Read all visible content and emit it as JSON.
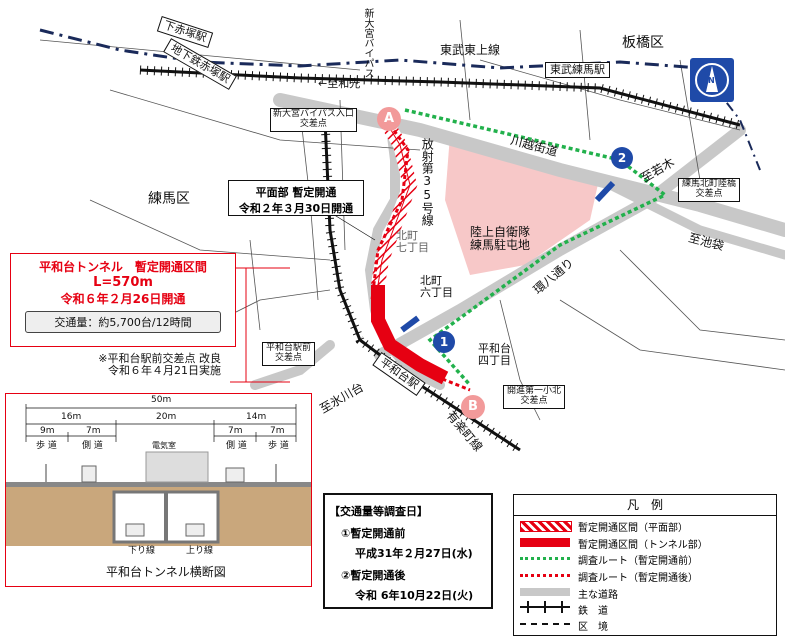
{
  "places": {
    "nerima_ku": "練馬区",
    "itabashi_ku": "板橋区",
    "gsdf": "陸上自衛隊\n練馬駐屯地",
    "kitamachi_6": "北町\n六丁目",
    "kitamachi_7": "北町\n七丁目",
    "heiwadai_4": "平和台\n四丁目",
    "tobu_tojo": "東武東上線",
    "tobu_nerima_sta": "東武練馬駅",
    "shimoakatsuka_sta": "下赤塚駅",
    "chikatetsu_akatsuka_sta": "地下鉄赤塚駅",
    "heiwadai_sta": "平和台駅",
    "yurakucho_line": "有楽町線",
    "shin_omiya_bypass": "新大宮バイパス",
    "housha35": "放射第35号線",
    "kawagoe_kaido": "川越街道",
    "kan8": "環八通り",
    "to_wako": "←至和光",
    "to_wakagi": "至若木",
    "to_ikebukuro": "至池袋",
    "to_hikawadai": "至氷川台",
    "shin_omiya_entrance": "新大宮バイパス入口\n交差点",
    "nerima_kita_rikkyo": "練馬北町陸橋\n交差点",
    "heiwadai_eki_mae": "平和台駅前\n交差点",
    "kaishin_daiichi": "開進第一小北\n交差点",
    "point_a": "A",
    "point_b": "B",
    "point_1": "1",
    "point_2": "2"
  },
  "surface_box": {
    "line1": "平面部 暫定開通",
    "line2": "令和２年３月30日開通"
  },
  "tunnel_box": {
    "line1": "平和台トンネル　暫定開通区間",
    "line2": "L=570m",
    "line3": "令和６年２月26日開通",
    "traffic": "交通量：約5,700台/12時間"
  },
  "improvement_note": {
    "line1": "※平和台駅前交差点 改良",
    "line2": "令和６年４月21日実施"
  },
  "cross_section": {
    "title": "平和台トンネル横断図",
    "total_width": "50m",
    "left_width": "16m",
    "center_width": "20m",
    "right_width": "14m",
    "left_sub1": "9m",
    "left_sub2": "7m",
    "right_sub1": "7m",
    "right_sub2": "7m",
    "left_lbl1": "歩 道",
    "left_lbl2": "側 道",
    "center_lbl": "電気室",
    "right_lbl1": "側 道",
    "right_lbl2": "歩 道",
    "down_line": "下り線",
    "up_line": "上り線"
  },
  "survey": {
    "title": "【交通量等調査日】",
    "before_label": "①暫定開通前",
    "before_date": "平成31年２月27日(水)",
    "after_label": "②暫定開通後",
    "after_date": "令和 6年10月22日(火)"
  },
  "legend": {
    "title": "凡　例",
    "items": [
      "暫定開通区間（平面部）",
      "暫定開通区間（トンネル部）",
      "調査ルート（暫定開通前）",
      "調査ルート（暫定開通後）",
      "主な道路",
      "鉄　道",
      "区　境"
    ]
  },
  "compass": {
    "label": "N"
  },
  "colors": {
    "red": "#e60012",
    "green": "#22b14c",
    "blue": "#1f4aa8",
    "road": "#c8c8c8",
    "pink": "#f7c8c8"
  }
}
